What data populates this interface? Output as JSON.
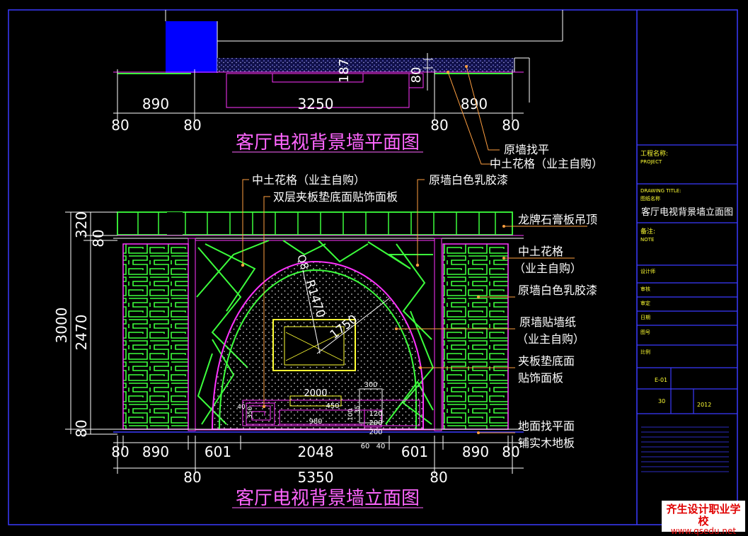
{
  "plan": {
    "title": "客厅电视背景墙平面图",
    "dims_top": [
      "890",
      "3250",
      "890"
    ],
    "dims_bottom": [
      "80",
      "80",
      "80",
      "80"
    ],
    "dim_vertical": [
      "187",
      "80"
    ],
    "labels": [
      "原墙找平",
      "中土花格（业主自购）"
    ]
  },
  "elevation": {
    "title": "客厅电视背景墙立面图",
    "left_labels": [
      "中土花格（业主自购）",
      "双层夹板垫底面贴饰面板"
    ],
    "top_label": "原墙白色乳胶漆",
    "right_labels": [
      "龙牌石膏板吊顶",
      "中土花格",
      "（业主自购）",
      "原墙白色乳胶漆",
      "原墙贴墙纸",
      "（业主自购）",
      "夹板垫底面",
      "贴饰面板",
      "地面找平面",
      "铺实木地板"
    ],
    "left_dims": [
      "320",
      "80",
      "3000",
      "2470",
      "80"
    ],
    "bottom_dims_row1": [
      "80",
      "890",
      "601",
      "2048",
      "601",
      "890",
      "80"
    ],
    "bottom_dims_row2": [
      "80",
      "5350",
      "80"
    ],
    "radius": "R1470",
    "diag": "1750",
    "small_q": "Q8",
    "cabinet_dims": [
      "2000",
      "450",
      "40",
      "980",
      "300",
      "100",
      "35",
      "120",
      "200",
      "200",
      "60",
      "40",
      "350",
      "100"
    ]
  },
  "title_block": {
    "project_label": "工程名称:",
    "project_en": "PROJECT",
    "drawing_label": "DRAWING TITLE:",
    "drawing_cn": "图纸名称",
    "drawing_title": "客厅电视背景墙立面图",
    "remark_label": "备注:",
    "remark_en": "NOTE",
    "rows": [
      "设计师",
      "审核",
      "审定",
      "日期",
      "图号",
      "比例"
    ],
    "sheet": "E-01",
    "scale_val": "30",
    "date_val": "2012"
  },
  "watermark": {
    "school": "齐生设计职业学校",
    "url": "www.qsedu.net"
  }
}
